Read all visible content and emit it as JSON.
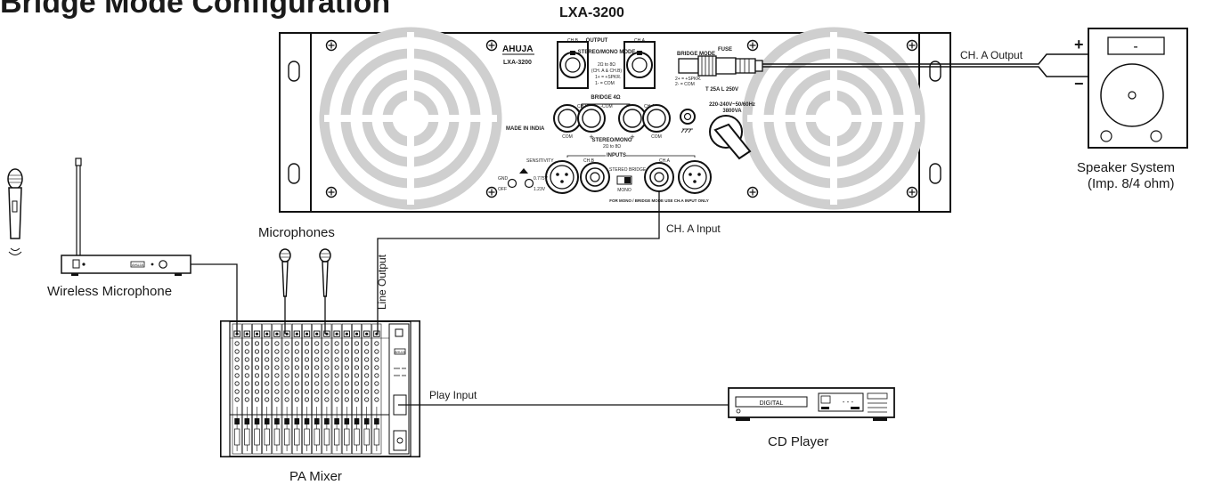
{
  "title": "Bridge Mode Configuration",
  "amplifier": {
    "model_heading": "LXA-3200",
    "brand": "AHUJA",
    "model": "LXA-3200",
    "made_in": "MADE IN INDIA",
    "output_label": "OUTPUT",
    "ch_b": "CH.B",
    "ch_a": "CH.A",
    "stereo_mono_mode": "STEREO/MONO MODE",
    "stereo_mono_imp": "2Ω to 8Ω",
    "ch_a_and_b": "(CH. A & CH.B)",
    "spkr_plus": "1+ = +SPKR.",
    "spkr_com": "1- = COM",
    "bridge_mode": "BRIDGE MODE",
    "bridge_spkr": "2+ = +SPKR.",
    "bridge_com": "2- = COM",
    "fuse": "FUSE",
    "fuse_rating": "T 25A L 250V",
    "bridge_4ohm": "BRIDGE 4Ω",
    "com": "COM",
    "stereo_mono": "STEREO/MONO",
    "power_rating": "220-240V~50/60Hz",
    "power_va": "3800VA",
    "inputs": "INPUTS",
    "sensitivity": "SENSITIVITY",
    "gnd": "GND",
    "off": "OFF",
    "sens_1": "0.775V",
    "sens_2": "1.23V",
    "stereo": "STEREO",
    "bridge": "BRIDGE",
    "mono": "MONO",
    "mono_note": "FOR MONO / BRIDGE MODE USE CH.A INPUT ONLY"
  },
  "labels": {
    "ch_a_output": "CH. A Output",
    "ch_a_input": "CH. A Input",
    "line_output": "Line Output",
    "play_input": "Play Input",
    "microphones": "Microphones",
    "wireless_microphone": "Wireless Microphone",
    "pa_mixer": "PA Mixer",
    "cd_player": "CD  Player",
    "speaker_system": "Speaker System",
    "speaker_impedance": "(Imp. 8/4 ohm)",
    "plus": "+",
    "minus": "−"
  },
  "devices": {
    "wireless_brand": "AHUJA",
    "mixer_brand": "AHUJA",
    "cd_display": "DIGITAL",
    "cd_readout": "- - -",
    "speaker_minus": "-"
  }
}
